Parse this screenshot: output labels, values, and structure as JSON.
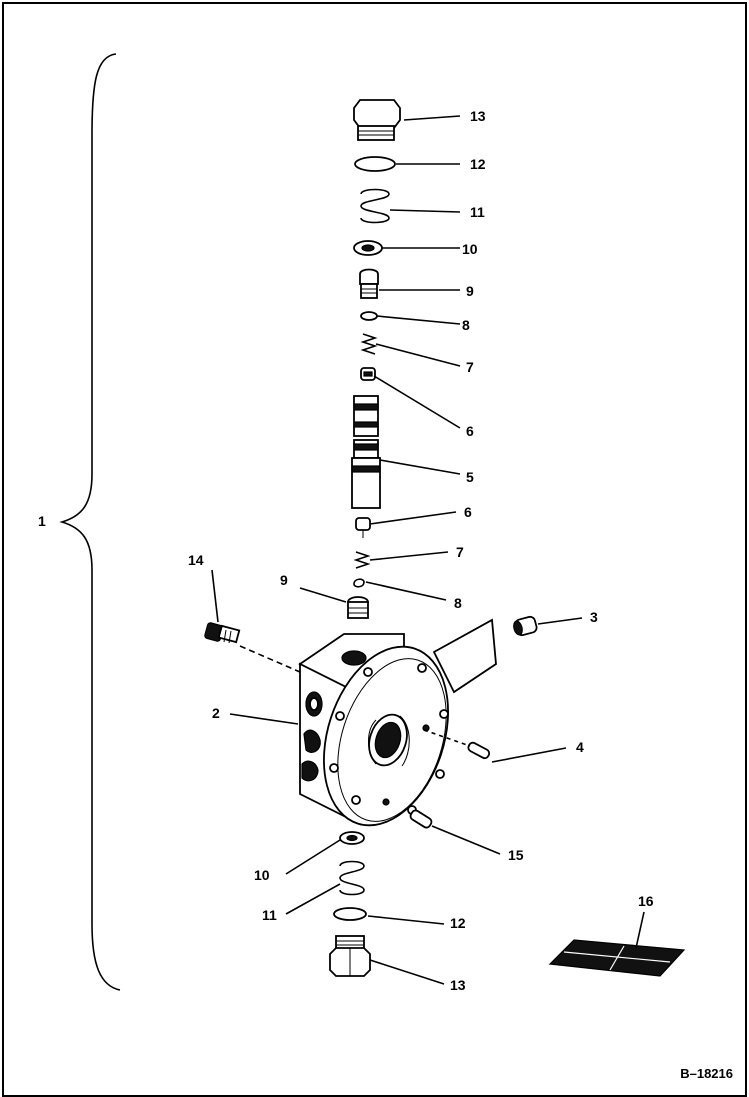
{
  "figure_ref": "B–18216",
  "labels": {
    "l1": "1",
    "l2": "2",
    "l3": "3",
    "l4": "4",
    "l5": "5",
    "l6a": "6",
    "l6b": "6",
    "l7a": "7",
    "l7b": "7",
    "l8a": "8",
    "l8b": "8",
    "l9a": "9",
    "l9b": "9",
    "l10a": "10",
    "l10b": "10",
    "l11a": "11",
    "l11b": "11",
    "l12a": "12",
    "l12b": "12",
    "l13a": "13",
    "l13b": "13",
    "l14": "14",
    "l15": "15",
    "l16": "16"
  }
}
